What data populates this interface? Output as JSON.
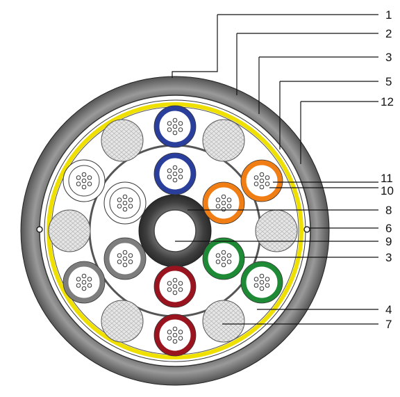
{
  "callouts": [
    {
      "label": "1"
    },
    {
      "label": "2"
    },
    {
      "label": "3"
    },
    {
      "label": "5"
    },
    {
      "label": "12"
    },
    {
      "label": "11"
    },
    {
      "label": "10"
    },
    {
      "label": "8"
    },
    {
      "label": "6"
    },
    {
      "label": "9"
    },
    {
      "label": "3"
    },
    {
      "label": "4"
    },
    {
      "label": "7"
    }
  ],
  "colors": {
    "jacket": "#6e6e6e",
    "armor_tape": "#f0e000",
    "blue": "#2a3f9c",
    "orange": "#f07e14",
    "green": "#1f8a35",
    "red": "#9a1420",
    "grey": "#7d7d7d",
    "white_tube": "#ffffff",
    "filler": "#dedede",
    "central_member": "#555555"
  }
}
